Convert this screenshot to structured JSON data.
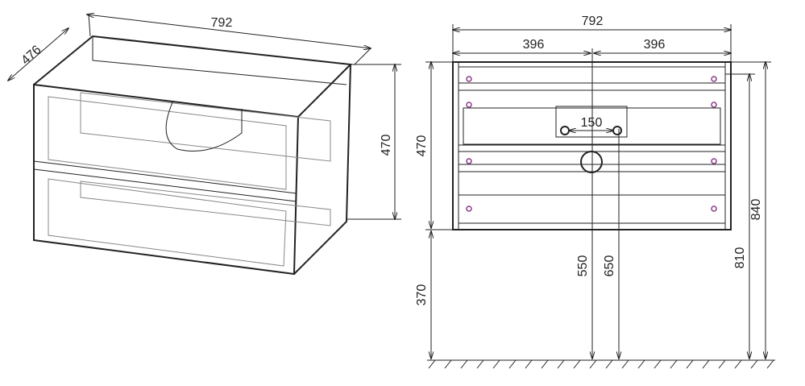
{
  "iso_view": {
    "width": "792",
    "depth": "476",
    "height": "470"
  },
  "front_view": {
    "width": "792",
    "half_left": "396",
    "half_right": "396",
    "pipe_spacing": "150",
    "height": "470",
    "floor_to_bottom": "370",
    "drain_height": "550",
    "pipe_height": "650",
    "mount_height": "810",
    "total_height": "840"
  },
  "colors": {
    "line": "#222222",
    "fastener": "#8a3a8a"
  }
}
